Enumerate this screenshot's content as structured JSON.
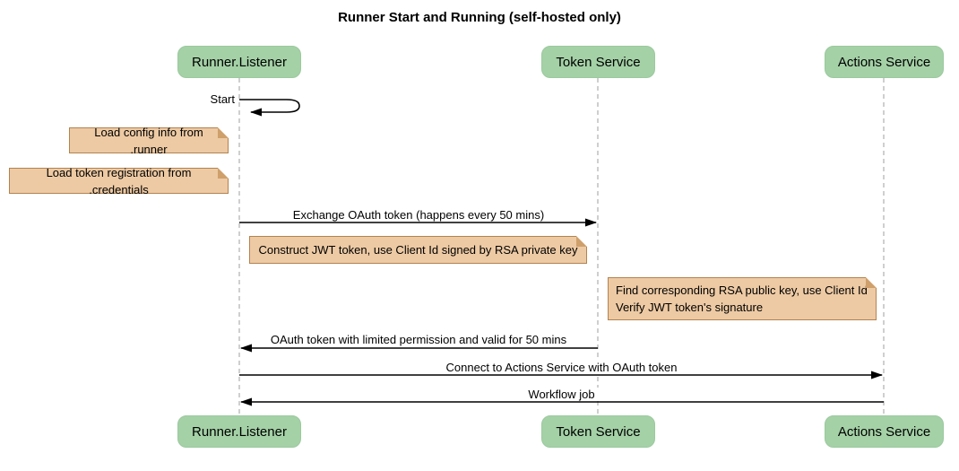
{
  "title": "Runner Start and Running (self-hosted only)",
  "participants": [
    {
      "name": "Runner.Listener"
    },
    {
      "name": "Token Service"
    },
    {
      "name": "Actions Service"
    }
  ],
  "messages": {
    "start": {
      "label": "Start",
      "from": "Runner.Listener",
      "to": "Runner.Listener",
      "type": "self"
    },
    "exchange": {
      "label": "Exchange OAuth token (happens every 50 mins)",
      "from": "Runner.Listener",
      "to": "Token Service"
    },
    "oauth_return": {
      "label": "OAuth token with limited permission and valid for 50 mins",
      "from": "Token Service",
      "to": "Runner.Listener"
    },
    "connect": {
      "label": "Connect to Actions Service with OAuth token",
      "from": "Runner.Listener",
      "to": "Actions Service"
    },
    "workflow": {
      "label": "Workflow job",
      "from": "Actions Service",
      "to": "Runner.Listener"
    }
  },
  "notes": {
    "load_config": {
      "text": "Load config info from .runner"
    },
    "load_token": {
      "text": "Load token registration from .credentials"
    },
    "construct_jwt": {
      "text": "Construct JWT token, use Client Id signed by RSA private key"
    },
    "verify_jwt": {
      "text": "Find corresponding RSA public key, use Client Id\nVerify JWT token's signature"
    }
  },
  "colors": {
    "participant_fill": "#a4d1a6",
    "note_fill": "#edcaa4",
    "note_border": "#b28350",
    "lifeline": "#b5b5b5",
    "arrow": "#000000",
    "background": "#ffffff",
    "text": "#000000"
  }
}
